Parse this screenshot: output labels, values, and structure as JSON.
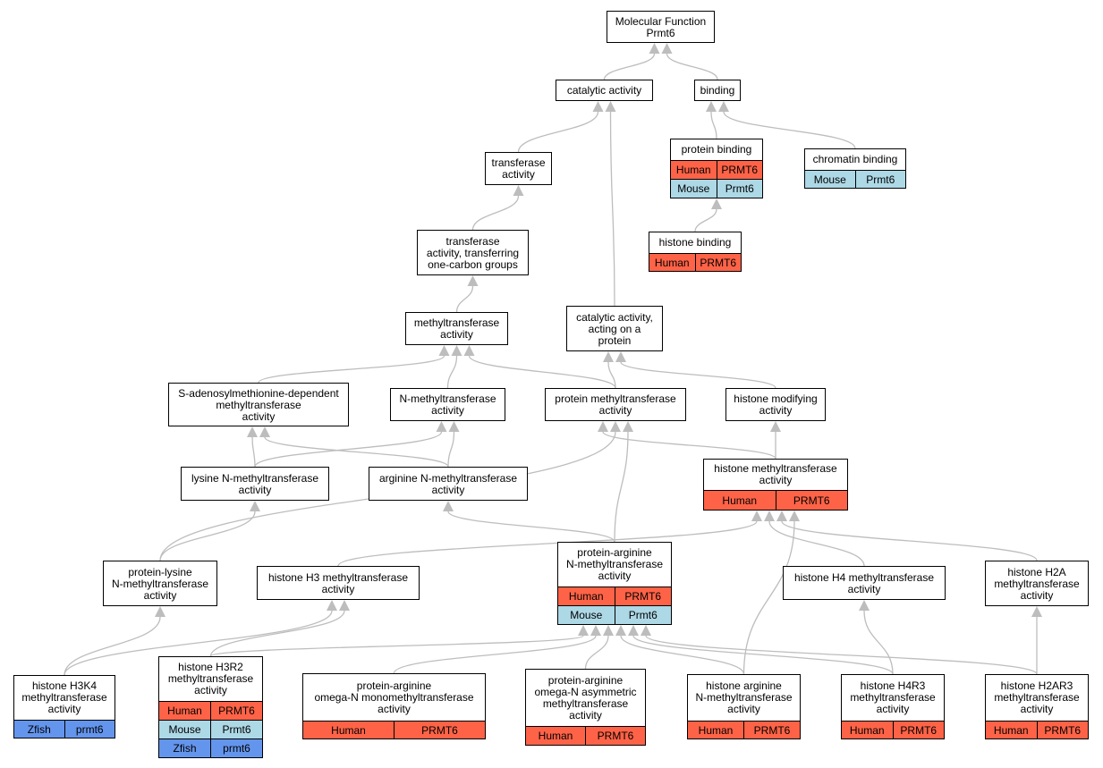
{
  "colors": {
    "human": "#ff6347",
    "mouse": "#add8e6",
    "zfish": "#6495ed",
    "edge": "#bdbdbd"
  },
  "nodes": [
    {
      "id": "molecular-function",
      "label": [
        "Molecular Function",
        "Prmt6"
      ],
      "annotations": []
    },
    {
      "id": "catalytic-activity",
      "label": [
        "catalytic activity"
      ],
      "annotations": []
    },
    {
      "id": "binding",
      "label": [
        "binding"
      ],
      "annotations": []
    },
    {
      "id": "transferase-activity",
      "label": [
        "transferase",
        "activity"
      ],
      "annotations": []
    },
    {
      "id": "protein-binding",
      "label": [
        "protein binding"
      ],
      "annotations": [
        {
          "species": "Human",
          "gene": "PRMT6",
          "color": "human"
        },
        {
          "species": "Mouse",
          "gene": "Prmt6",
          "color": "mouse"
        }
      ]
    },
    {
      "id": "chromatin-binding",
      "label": [
        "chromatin binding"
      ],
      "annotations": [
        {
          "species": "Mouse",
          "gene": "Prmt6",
          "color": "mouse"
        }
      ]
    },
    {
      "id": "histone-binding",
      "label": [
        "histone binding"
      ],
      "annotations": [
        {
          "species": "Human",
          "gene": "PRMT6",
          "color": "human"
        }
      ]
    },
    {
      "id": "transferase-one-carbon",
      "label": [
        "transferase",
        "activity, transferring",
        "one-carbon groups"
      ],
      "annotations": []
    },
    {
      "id": "methyltransferase-activity",
      "label": [
        "methyltransferase",
        "activity"
      ],
      "annotations": []
    },
    {
      "id": "catalytic-acting-on-protein",
      "label": [
        "catalytic activity,",
        "acting on a",
        "protein"
      ],
      "annotations": []
    },
    {
      "id": "sam-dependent-methyltransferase",
      "label": [
        "S-adenosylmethionine-dependent",
        "methyltransferase",
        "activity"
      ],
      "annotations": []
    },
    {
      "id": "n-methyltransferase",
      "label": [
        "N-methyltransferase",
        "activity"
      ],
      "annotations": []
    },
    {
      "id": "protein-methyltransferase",
      "label": [
        "protein methyltransferase",
        "activity"
      ],
      "annotations": []
    },
    {
      "id": "histone-modifying",
      "label": [
        "histone modifying",
        "activity"
      ],
      "annotations": []
    },
    {
      "id": "lysine-n-methyltransferase",
      "label": [
        "lysine N-methyltransferase",
        "activity"
      ],
      "annotations": []
    },
    {
      "id": "arginine-n-methyltransferase",
      "label": [
        "arginine N-methyltransferase",
        "activity"
      ],
      "annotations": []
    },
    {
      "id": "histone-methyltransferase",
      "label": [
        "histone methyltransferase",
        "activity"
      ],
      "annotations": [
        {
          "species": "Human",
          "gene": "PRMT6",
          "color": "human"
        }
      ]
    },
    {
      "id": "protein-lysine-n-methyltransferase",
      "label": [
        "protein-lysine",
        "N-methyltransferase",
        "activity"
      ],
      "annotations": []
    },
    {
      "id": "histone-h3-methyltransferase",
      "label": [
        "histone H3 methyltransferase",
        "activity"
      ],
      "annotations": []
    },
    {
      "id": "protein-arginine-n-methyltransferase",
      "label": [
        "protein-arginine",
        "N-methyltransferase",
        "activity"
      ],
      "annotations": [
        {
          "species": "Human",
          "gene": "PRMT6",
          "color": "human"
        },
        {
          "species": "Mouse",
          "gene": "Prmt6",
          "color": "mouse"
        }
      ]
    },
    {
      "id": "histone-h4-methyltransferase",
      "label": [
        "histone H4 methyltransferase",
        "activity"
      ],
      "annotations": []
    },
    {
      "id": "histone-h2a-methyltransferase",
      "label": [
        "histone H2A",
        "methyltransferase",
        "activity"
      ],
      "annotations": []
    },
    {
      "id": "histone-h3k4-methyltransferase",
      "label": [
        "histone H3K4",
        "methyltransferase",
        "activity"
      ],
      "annotations": [
        {
          "species": "Zfish",
          "gene": "prmt6",
          "color": "zfish"
        }
      ]
    },
    {
      "id": "histone-h3r2-methyltransferase",
      "label": [
        "histone H3R2",
        "methyltransferase",
        "activity"
      ],
      "annotations": [
        {
          "species": "Human",
          "gene": "PRMT6",
          "color": "human"
        },
        {
          "species": "Mouse",
          "gene": "Prmt6",
          "color": "mouse"
        },
        {
          "species": "Zfish",
          "gene": "prmt6",
          "color": "zfish"
        }
      ]
    },
    {
      "id": "omega-n-monomethyltransferase",
      "label": [
        "protein-arginine",
        "omega-N monomethyltransferase",
        "activity"
      ],
      "annotations": [
        {
          "species": "Human",
          "gene": "PRMT6",
          "color": "human"
        }
      ]
    },
    {
      "id": "omega-n-asymmetric-methyltransferase",
      "label": [
        "protein-arginine",
        "omega-N asymmetric",
        "methyltransferase",
        "activity"
      ],
      "annotations": [
        {
          "species": "Human",
          "gene": "PRMT6",
          "color": "human"
        }
      ]
    },
    {
      "id": "histone-arginine-n-methyltransferase",
      "label": [
        "histone arginine",
        "N-methyltransferase",
        "activity"
      ],
      "annotations": [
        {
          "species": "Human",
          "gene": "PRMT6",
          "color": "human"
        }
      ]
    },
    {
      "id": "histone-h4r3-methyltransferase",
      "label": [
        "histone H4R3",
        "methyltransferase",
        "activity"
      ],
      "annotations": [
        {
          "species": "Human",
          "gene": "PRMT6",
          "color": "human"
        }
      ]
    },
    {
      "id": "histone-h2ar3-methyltransferase",
      "label": [
        "histone H2AR3",
        "methyltransferase",
        "activity"
      ],
      "annotations": [
        {
          "species": "Human",
          "gene": "PRMT6",
          "color": "human"
        }
      ]
    }
  ],
  "edges": [
    [
      "catalytic-activity",
      "molecular-function"
    ],
    [
      "binding",
      "molecular-function"
    ],
    [
      "transferase-activity",
      "catalytic-activity"
    ],
    [
      "catalytic-acting-on-protein",
      "catalytic-activity"
    ],
    [
      "protein-binding",
      "binding"
    ],
    [
      "chromatin-binding",
      "binding"
    ],
    [
      "histone-binding",
      "protein-binding"
    ],
    [
      "transferase-one-carbon",
      "transferase-activity"
    ],
    [
      "methyltransferase-activity",
      "transferase-one-carbon"
    ],
    [
      "sam-dependent-methyltransferase",
      "methyltransferase-activity"
    ],
    [
      "n-methyltransferase",
      "methyltransferase-activity"
    ],
    [
      "protein-methyltransferase",
      "methyltransferase-activity"
    ],
    [
      "protein-methyltransferase",
      "catalytic-acting-on-protein"
    ],
    [
      "histone-modifying",
      "catalytic-acting-on-protein"
    ],
    [
      "lysine-n-methyltransferase",
      "sam-dependent-methyltransferase"
    ],
    [
      "lysine-n-methyltransferase",
      "n-methyltransferase"
    ],
    [
      "arginine-n-methyltransferase",
      "sam-dependent-methyltransferase"
    ],
    [
      "arginine-n-methyltransferase",
      "n-methyltransferase"
    ],
    [
      "histone-methyltransferase",
      "protein-methyltransferase"
    ],
    [
      "histone-methyltransferase",
      "histone-modifying"
    ],
    [
      "protein-lysine-n-methyltransferase",
      "lysine-n-methyltransferase"
    ],
    [
      "protein-lysine-n-methyltransferase",
      "protein-methyltransferase"
    ],
    [
      "protein-arginine-n-methyltransferase",
      "arginine-n-methyltransferase"
    ],
    [
      "protein-arginine-n-methyltransferase",
      "protein-methyltransferase"
    ],
    [
      "histone-h3-methyltransferase",
      "histone-methyltransferase"
    ],
    [
      "histone-h4-methyltransferase",
      "histone-methyltransferase"
    ],
    [
      "histone-h2a-methyltransferase",
      "histone-methyltransferase"
    ],
    [
      "histone-h3k4-methyltransferase",
      "protein-lysine-n-methyltransferase"
    ],
    [
      "histone-h3k4-methyltransferase",
      "histone-h3-methyltransferase"
    ],
    [
      "histone-h3r2-methyltransferase",
      "histone-h3-methyltransferase"
    ],
    [
      "histone-h3r2-methyltransferase",
      "protein-arginine-n-methyltransferase"
    ],
    [
      "omega-n-monomethyltransferase",
      "protein-arginine-n-methyltransferase"
    ],
    [
      "omega-n-asymmetric-methyltransferase",
      "protein-arginine-n-methyltransferase"
    ],
    [
      "histone-arginine-n-methyltransferase",
      "protein-arginine-n-methyltransferase"
    ],
    [
      "histone-arginine-n-methyltransferase",
      "histone-methyltransferase"
    ],
    [
      "histone-h4r3-methyltransferase",
      "histone-h4-methyltransferase"
    ],
    [
      "histone-h4r3-methyltransferase",
      "protein-arginine-n-methyltransferase"
    ],
    [
      "histone-h2ar3-methyltransferase",
      "histone-h2a-methyltransferase"
    ],
    [
      "histone-h2ar3-methyltransferase",
      "protein-arginine-n-methyltransferase"
    ]
  ]
}
